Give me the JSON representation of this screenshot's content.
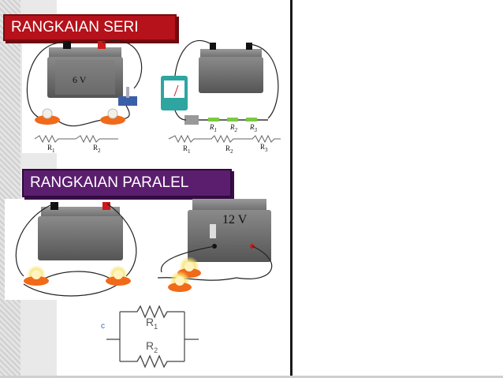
{
  "banners": {
    "seri": "RANGKAIAN SERI",
    "paralel": "RANGKAIAN PARALEL"
  },
  "series_left": {
    "battery_label": "6 V",
    "r1": "R",
    "r1_sub": "1",
    "r2": "R",
    "r2_sub": "2"
  },
  "series_right": {
    "top_r1": "R",
    "top_r1_sub": "1",
    "top_r2": "R",
    "top_r2_sub": "2",
    "top_r3": "R",
    "top_r3_sub": "3",
    "bot_r1": "R",
    "bot_r1_sub": "1",
    "bot_r2": "R",
    "bot_r2_sub": "2",
    "bot_r3": "R",
    "bot_r3_sub": "3"
  },
  "parallel_right": {
    "battery_label": "12 V"
  },
  "schematic": {
    "node": "c",
    "r1": "R",
    "r1_sub": "1",
    "r2": "R",
    "r2_sub": "2"
  },
  "colors": {
    "seri_banner": "#b5121b",
    "paralel_banner": "#5b1e6e",
    "battery": "#6e6e6e",
    "terminal_red": "#cc1a1a",
    "bulb_base": "#f06a1a"
  }
}
